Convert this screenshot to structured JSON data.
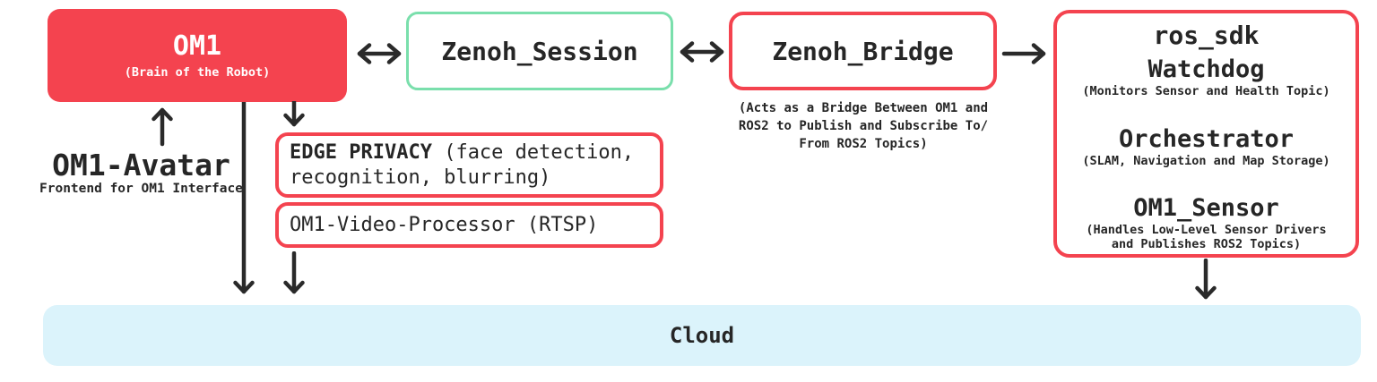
{
  "diagram": {
    "nodes": {
      "om1": {
        "title": "OM1",
        "subtitle": "(Brain of the Robot)"
      },
      "zenoh_session": {
        "title": "Zenoh_Session"
      },
      "zenoh_bridge": {
        "title": "Zenoh_Bridge",
        "caption_lines": [
          "(Acts as a Bridge Between OM1 and",
          "ROS2 to Publish and Subscribe To/",
          "From ROS2 Topics)"
        ]
      },
      "ros_sdk": {
        "title": "ros_sdk",
        "components": [
          {
            "name": "Watchdog",
            "desc_lines": [
              "(Monitors Sensor and Health Topic)"
            ]
          },
          {
            "name": "Orchestrator",
            "desc_lines": [
              "(SLAM, Navigation and Map Storage)"
            ]
          },
          {
            "name": "OM1_Sensor",
            "desc_lines": [
              "(Handles Low-Level Sensor Drivers",
              "and Publishes ROS2 Topics)"
            ]
          }
        ]
      },
      "om1_avatar": {
        "title": "OM1-Avatar",
        "subtitle": "Frontend for OM1 Interface"
      },
      "edge_privacy": {
        "label_bold": "EDGE PRIVACY",
        "label_rest": " (face detection, recognition, blurring)"
      },
      "video_processor": {
        "label": "OM1-Video-Processor (RTSP)"
      },
      "cloud": {
        "label": "Cloud"
      }
    },
    "colors": {
      "red": "#f4434f",
      "green": "#7adfac",
      "cloud_fill": "#dbf3fb",
      "ink": "#2a2a2a",
      "white": "#ffffff"
    }
  }
}
